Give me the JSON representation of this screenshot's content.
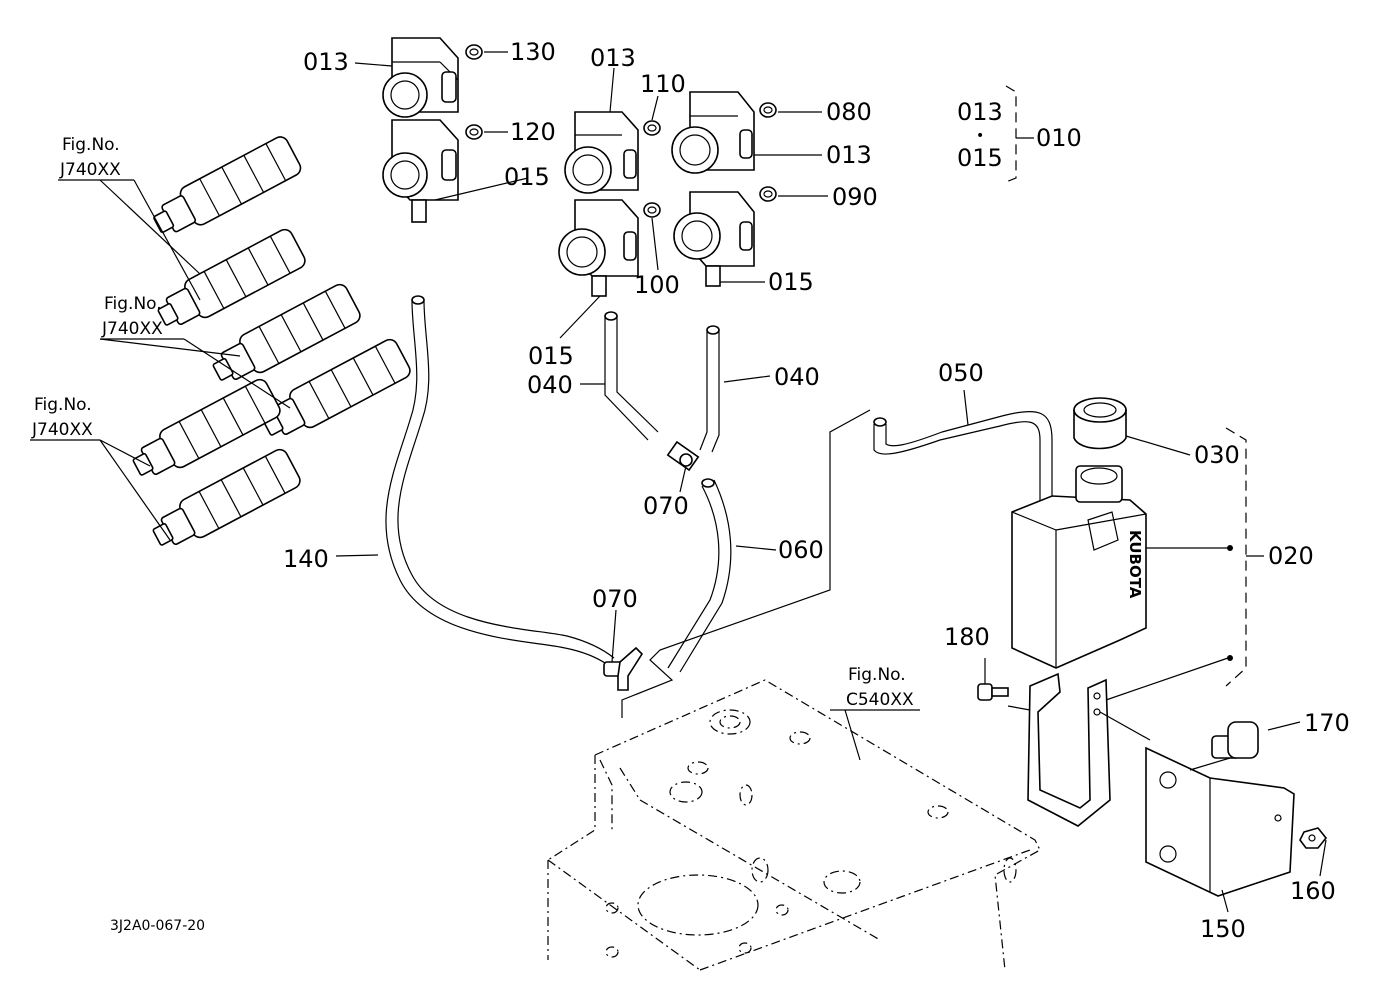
{
  "labels": {
    "l_013_a": "013",
    "l_130": "130",
    "l_013_b": "013",
    "l_110": "110",
    "l_080": "080",
    "l_120": "120",
    "l_015_a": "015",
    "l_013_c": "013",
    "l_090": "090",
    "l_100": "100",
    "l_015_b": "015",
    "l_015_c": "015",
    "l_040_a": "040",
    "l_040_b": "040",
    "l_050": "050",
    "l_030": "030",
    "l_070_a": "070",
    "l_060": "060",
    "l_020": "020",
    "l_140": "140",
    "l_070_b": "070",
    "l_180": "180",
    "l_170": "170",
    "l_160": "160",
    "l_150": "150",
    "legend_013": "013",
    "legend_dot": "•",
    "legend_015": "015",
    "legend_010": "010"
  },
  "figrefs": {
    "ref1_line1": "Fig.No.",
    "ref1_line2": "J740XX",
    "ref2_line1": "Fig.No.",
    "ref2_line2": "J740XX",
    "ref3_line1": "Fig.No.",
    "ref3_line2": "J740XX",
    "ref4_line1": "Fig.No.",
    "ref4_line2": "C540XX"
  },
  "drawing_code": "3J2A0-067-20",
  "tank_brand": "KUBOTA"
}
